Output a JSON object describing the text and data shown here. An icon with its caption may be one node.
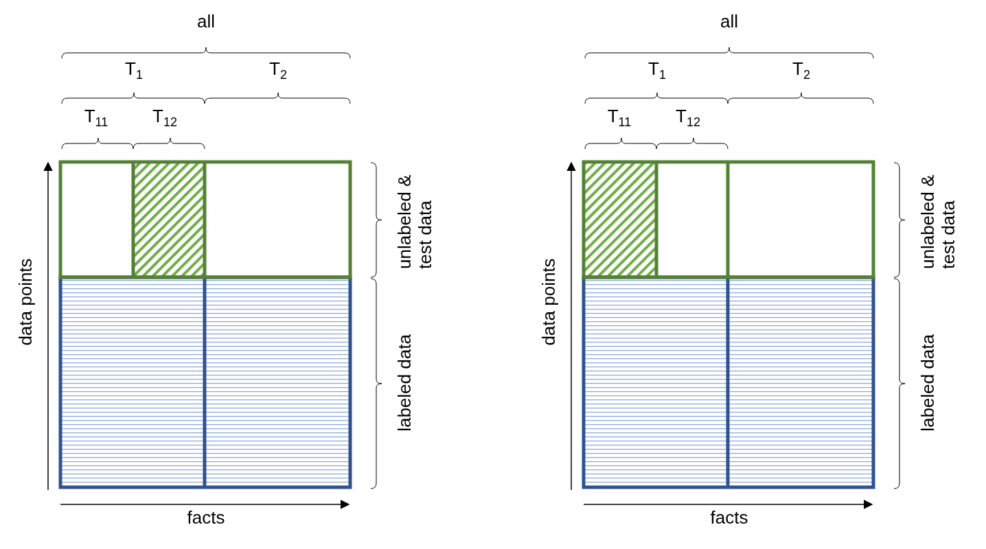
{
  "diagram": {
    "labels": [
      "all",
      "T$_{1}$",
      "T$_{2}$",
      "T$_{11}$",
      "T$_{12}$",
      "unlabeled & test data",
      "labeled data",
      "data points",
      "facts",
      "all",
      "T$_{1}$",
      "T$_{2}$",
      "T$_{11}$",
      "T$_{12}$",
      "unlabeled & test data",
      "labeled data",
      "data points",
      "facts"
    ]
  }
}
